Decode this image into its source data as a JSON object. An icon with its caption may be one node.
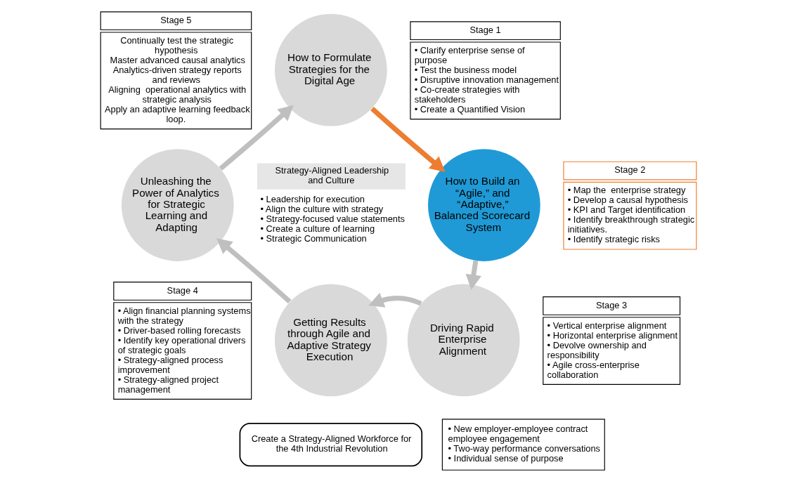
{
  "diagram": {
    "nodes": [
      {
        "text": [
          "How to Formulate Strategies for the Digital Age"
        ]
      },
      {
        "text": [
          "Stage 1",
          "• Clarify enterprise sense of purpose",
          "• Test the business model",
          "• Disruptive innovation management",
          "• Co-create strategies with stakeholders",
          "• Create a Quantified Vision"
        ]
      },
      {
        "text": [
          "How to Build an “Agile,” and “Adaptive,” Balanced Scorecard System"
        ]
      },
      {
        "text": [
          "Stage 2",
          "• Map the  enterprise strategy",
          "• Develop a causal hypothesis",
          "• KPI and Target identification",
          "• Identify breakthrough strategic initiatives.",
          "• Identify strategic risks"
        ]
      },
      {
        "text": [
          "Driving Rapid Enterprise Alignment"
        ]
      },
      {
        "text": [
          "Stage 3",
          "• Vertical enterprise alignment",
          "• Horizontal enterprise alignment",
          "• Devolve ownership and responsibility",
          "• Agile cross-enterprise collaboration"
        ]
      },
      {
        "text": [
          "Getting Results through Agile and Adaptive Strategy Execution"
        ]
      },
      {
        "text": [
          "Stage 4",
          "• Align financial planning systems with the strategy",
          "• Driver-based rolling forecasts",
          "• Identify key operational drivers of strategic goals",
          "• Strategy-aligned process improvement",
          "• Strategy-aligned project management"
        ]
      },
      {
        "text": [
          "Unleashing the Power of Analytics for Strategic Learning and Adapting"
        ]
      },
      {
        "text": [
          "Stage 5",
          "Continually test the strategic hypothesis",
          "Master advanced causal analytics",
          "Analytics-driven strategy reports and reviews",
          "Aligning  operational analytics with strategic analysis",
          "Apply an adaptive learning feedback loop."
        ]
      },
      {
        "text": [
          "Strategy-Aligned Leadership and Culture",
          "• Leadership for execution",
          "• Align the culture with strategy",
          "• Strategy-focused value statements",
          "• Create a culture of learning",
          "• Strategic Communication"
        ]
      },
      {
        "text": [
          "Create a Strategy-Aligned Workforce for the 4th Industrial Revolution"
        ]
      },
      {
        "text": [
          "• New employer-employee contract employee engagement",
          "• Two-way performance conversations",
          "• Individual sense of purpose"
        ]
      }
    ],
    "edges": [
      {
        "from": 0,
        "to": 2,
        "arrow": "to",
        "color": "#ed7d31"
      },
      {
        "from": 2,
        "to": 4,
        "arrow": "to"
      },
      {
        "from": 4,
        "to": 6,
        "arrow": "to"
      },
      {
        "from": 6,
        "to": 8,
        "arrow": "to"
      },
      {
        "from": 8,
        "to": 0,
        "arrow": "to"
      }
    ]
  }
}
